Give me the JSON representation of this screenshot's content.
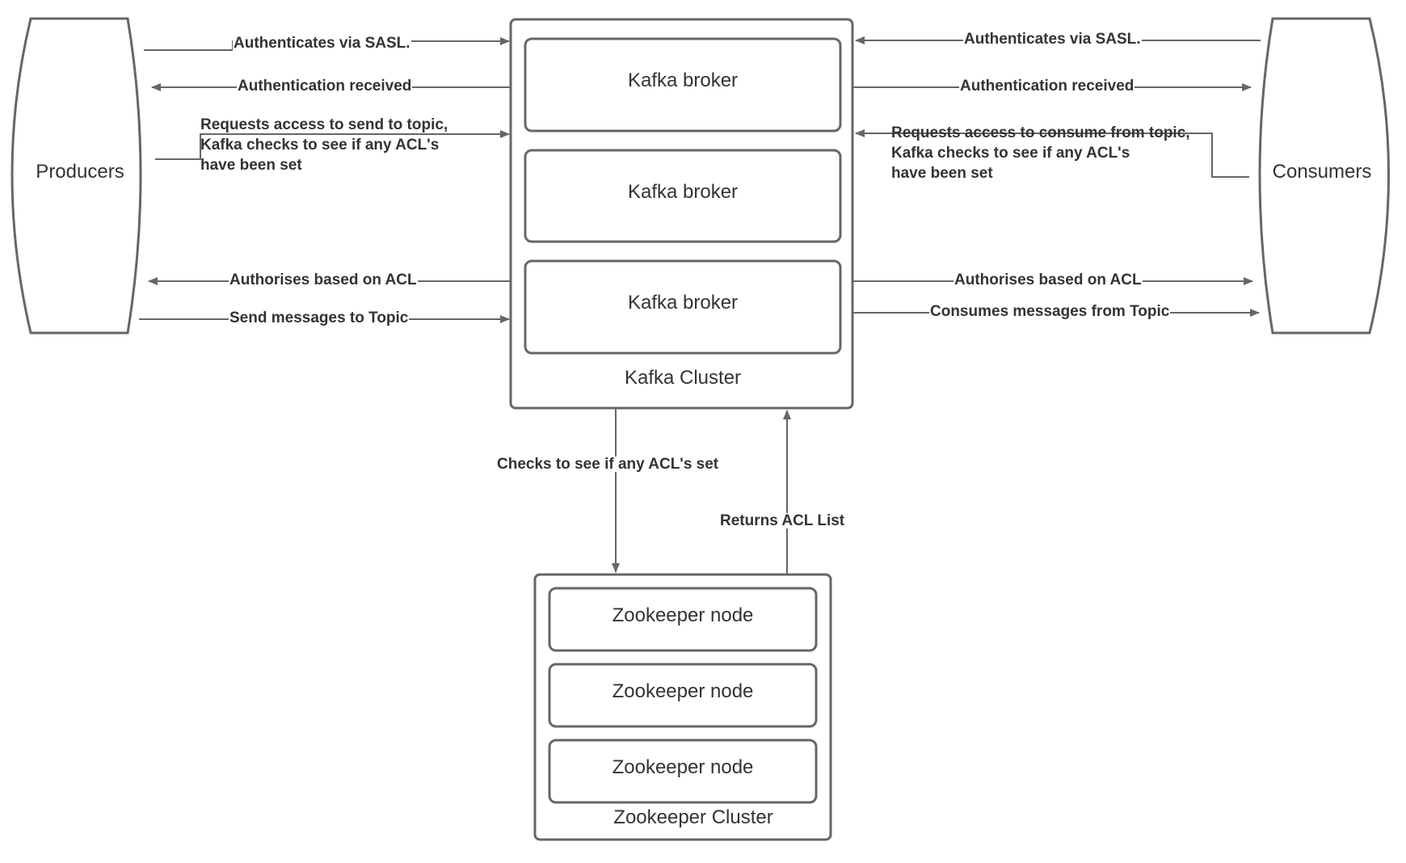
{
  "producers": {
    "label": "Producers"
  },
  "consumers": {
    "label": "Consumers"
  },
  "kafka_cluster": {
    "label": "Kafka Cluster",
    "brokers": [
      "Kafka broker",
      "Kafka broker",
      "Kafka broker"
    ]
  },
  "zookeeper_cluster": {
    "label": "Zookeeper Cluster",
    "nodes": [
      "Zookeeper node",
      "Zookeeper node",
      "Zookeeper node"
    ]
  },
  "producer_flows": {
    "authenticates": "Authenticates via SASL.",
    "auth_received": "Authentication received",
    "requests_access": "Requests access to send to topic,\nKafka checks to see if any ACL's\nhave been set",
    "authorises": "Authorises based on ACL",
    "send_messages": "Send messages to Topic"
  },
  "consumer_flows": {
    "authenticates": "Authenticates via SASL.",
    "auth_received": "Authentication received",
    "requests_access": "Requests access to consume from topic,\nKafka checks to see if any ACL's\nhave been set",
    "authorises": "Authorises based on ACL",
    "consumes_messages": "Consumes messages from Topic"
  },
  "zookeeper_flows": {
    "checks_acl": "Checks to see if any ACL's set",
    "returns_acl": "Returns ACL List"
  },
  "colors": {
    "stroke": "#666666",
    "text": "#333333",
    "background": "#ffffff"
  }
}
